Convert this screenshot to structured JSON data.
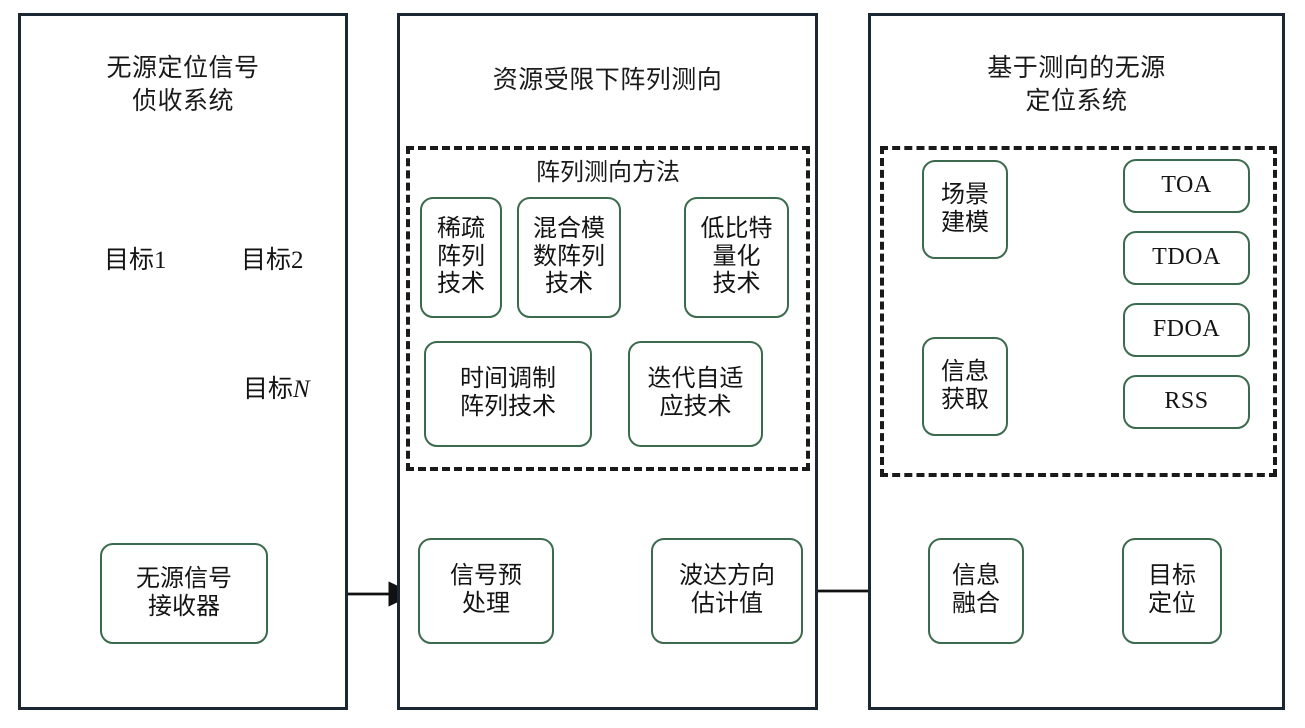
{
  "diagram": {
    "colors": {
      "panel_border": "#1b2733",
      "node_border": "#3b6b4c",
      "dashed_border": "#1a1a1a",
      "arrow": "#111111",
      "star_fill": "#1f5a80",
      "star_stroke": "#14354d",
      "dish_gray": "#6e6e6e",
      "text": "#141414"
    },
    "panels": [
      {
        "id": "panel-1",
        "title": "无源定位信号\n侦收系统"
      },
      {
        "id": "panel-2",
        "title": "资源受限下阵列测向"
      },
      {
        "id": "panel-3",
        "title": "基于测向的无源\n定位系统"
      }
    ],
    "panel1": {
      "scene_labels": {
        "target1": "目标1",
        "target2": "目标2",
        "target_n_prefix": "目标",
        "target_n_suffix": "N"
      },
      "icons": {
        "dish": "satellite-dish-icon",
        "star": "star-target-icon"
      },
      "bottom_node": "无源信号\n接收器"
    },
    "panel2": {
      "group_heading": "阵列测向方法",
      "methods_row1": [
        "稀疏\n阵列\n技术",
        "混合模\n数阵列\n技术",
        "低比特\n量化\n技术"
      ],
      "methods_row2": [
        "时间调制\n阵列技术",
        "迭代自适\n应技术"
      ],
      "bottom_nodes": [
        "信号预\n处理",
        "波达方向\n估计值"
      ]
    },
    "panel3": {
      "left_nodes": [
        "场景\n建模",
        "信息\n获取"
      ],
      "measurement_nodes": [
        "TOA",
        "TDOA",
        "FDOA",
        "RSS"
      ],
      "bottom_nodes": [
        "信息\n融合",
        "目标\n定位"
      ]
    }
  }
}
